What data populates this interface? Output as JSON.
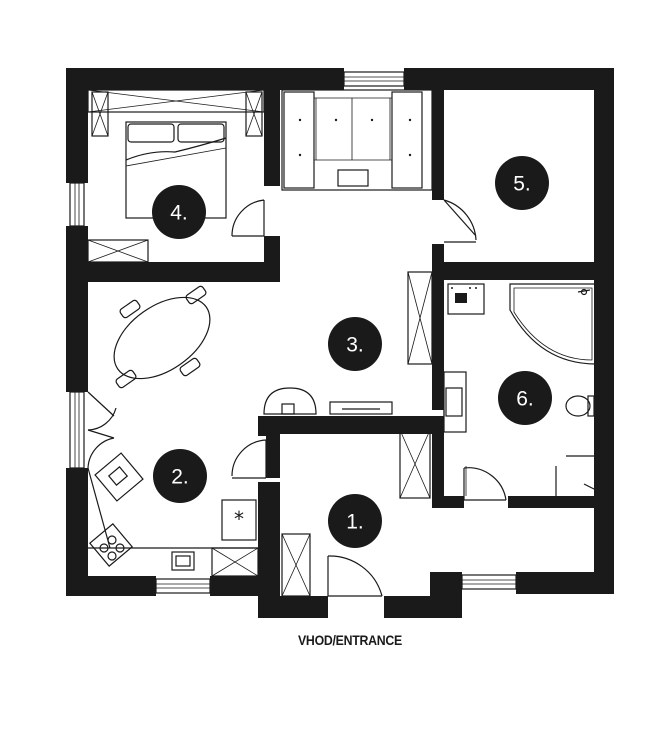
{
  "entrance_label": "VHOD/ENTRANCE",
  "rooms": [
    {
      "label": "1."
    },
    {
      "label": "2."
    },
    {
      "label": "3."
    },
    {
      "label": "4."
    },
    {
      "label": "5."
    },
    {
      "label": "6."
    }
  ],
  "colors": {
    "wall": "#1a1a1a",
    "background": "#ffffff"
  }
}
